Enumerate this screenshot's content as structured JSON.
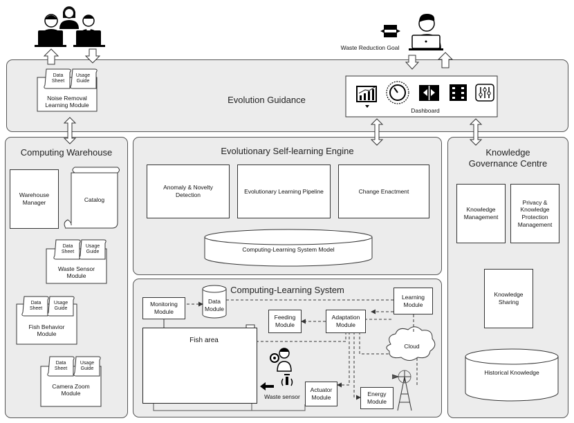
{
  "header": {
    "waste_goal_label": "Waste Reduction Goal"
  },
  "evolution_guidance": {
    "title": "Evolution Guidance",
    "noise_module": "Noise Removal\nLearning Module",
    "data_sheet": "Data\nSheet",
    "usage_guide": "Usage\nGuide",
    "dashboard_label": "Dashboard"
  },
  "computing_warehouse": {
    "title": "Computing Warehouse",
    "warehouse_manager": "Warehouse\nManager",
    "catalog": "Catalog",
    "waste_sensor_module": "Waste Sensor\nModule",
    "fish_behavior_module": "Fish Behavior\nModule",
    "camera_zoom_module": "Camera Zoom\nModule",
    "data_sheet": "Data\nSheet",
    "usage_guide": "Usage\nGuide"
  },
  "engine": {
    "title": "Evolutionary Self-learning Engine",
    "anomaly": "Anomaly & Novelty\nDetection",
    "pipeline": "Evolutionary Learning Pipeline",
    "change": "Change Enactment",
    "system_model": "Computing-Learning System Model"
  },
  "knowledge": {
    "title": "Knowledge\nGovernance Centre",
    "management": "Knowledge\nManagement",
    "privacy": "Privacy &\nKnowledge\nProtection\nManagement",
    "sharing": "Knowledge\nSharing",
    "historical": "Historical Knowledge"
  },
  "cls": {
    "title": "Computing-Learning System",
    "monitoring": "Monitoring\nModule",
    "data_module": "Data\nModule",
    "learning_module": "Learning\nModule",
    "feeding": "Feeding\nModule",
    "adaptation": "Adaptation\nModule",
    "cloud": "Cloud",
    "fish_area": "Fish area",
    "waste_sensor": "Waste sensor",
    "actuator": "Actuator\nModule",
    "energy": "Energy\nModule"
  }
}
